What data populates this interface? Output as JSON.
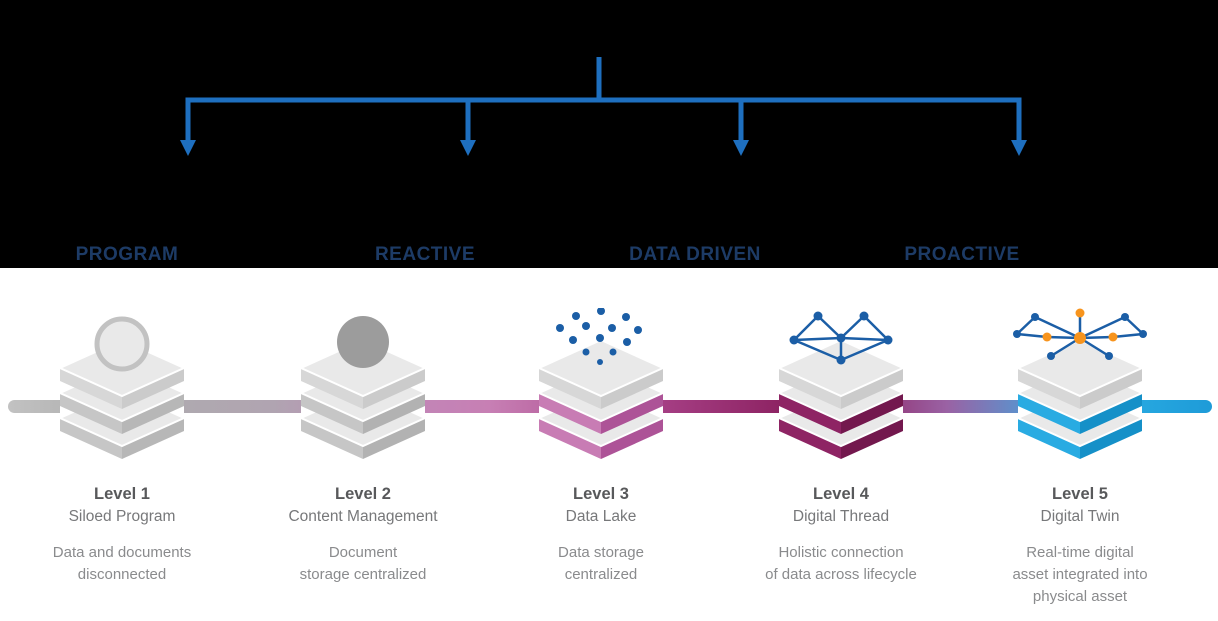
{
  "header": {
    "background_color": "#000000",
    "connector_color": "#1e6fbf",
    "label_color": "#1d3b66",
    "labels": [
      "PROGRAM",
      "REACTIVE",
      "DATA DRIVEN",
      "PROACTIVE"
    ]
  },
  "scale_bar": {
    "gradient": [
      "#c2c2c2",
      "#aeaeae",
      "#c285b7",
      "#c77fb4",
      "#a63f85",
      "#8e2464",
      "#9a62a4",
      "#4a9fd8",
      "#29abe2",
      "#1e9bd8"
    ]
  },
  "levels": [
    {
      "title": "Level 1",
      "subtitle": "Siloed Program",
      "description": [
        "Data and documents",
        "disconnected"
      ],
      "accent": "#c6c6c6",
      "accent_dark": "#b7b7b7",
      "decoration": "circle-outline"
    },
    {
      "title": "Level 2",
      "subtitle": "Content Management",
      "description": [
        "Document",
        "storage centralized"
      ],
      "accent": "#c6c6c6",
      "accent_dark": "#b2b2b2",
      "decoration": "filled-circle"
    },
    {
      "title": "Level 3",
      "subtitle": "Data Lake",
      "description": [
        "Data storage",
        "centralized"
      ],
      "accent": "#c87cb4",
      "accent_dark": "#ad5397",
      "decoration": "scattered-dots"
    },
    {
      "title": "Level 4",
      "subtitle": "Digital Thread",
      "description": [
        "Holistic connection",
        "of data across lifecycle"
      ],
      "accent": "#8e2464",
      "accent_dark": "#73184e",
      "decoration": "network-graph"
    },
    {
      "title": "Level 5",
      "subtitle": "Digital Twin",
      "description": [
        "Real-time digital",
        "asset integrated into",
        "physical asset"
      ],
      "accent": "#29abe2",
      "accent_dark": "#1590c8",
      "decoration": "hub-network"
    }
  ],
  "palette": {
    "node_blue": "#1b5ea6",
    "node_orange": "#f7941d",
    "ring_gray": "#c2c2c2",
    "sphere_gray": "#9c9c9c",
    "title_text": "#58595b",
    "subtitle_text": "#77787a",
    "description_text": "#8a8b8d"
  }
}
